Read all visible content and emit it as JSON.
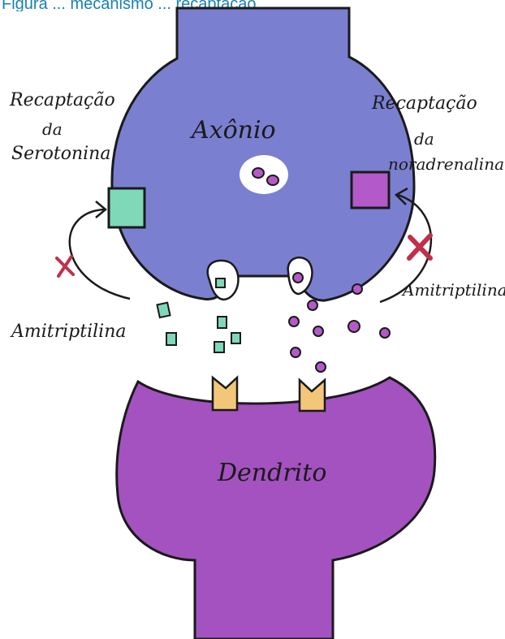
{
  "caption": "Figura ... mecanismo ... recaptação ...",
  "labels": {
    "axon": "Axônio",
    "dendrite": "Dendrito",
    "left_reuptake_1": "Recaptação",
    "left_reuptake_2": "da",
    "left_reuptake_3": "Serotonina",
    "right_reuptake_1": "Recaptação",
    "right_reuptake_2": "da",
    "right_reuptake_3": "noradrenalina",
    "drug_left": "Amitriptilina",
    "drug_right": "Amitriptilina"
  },
  "colors": {
    "axon": "#7a7fd0",
    "dendrite": "#a352c0",
    "serotonin": "#7fd8b8",
    "noradrenaline": "#b45ac8",
    "receptor": "#f2c77a",
    "block_mark": "#c0304a",
    "outline": "#1a1a1a"
  }
}
